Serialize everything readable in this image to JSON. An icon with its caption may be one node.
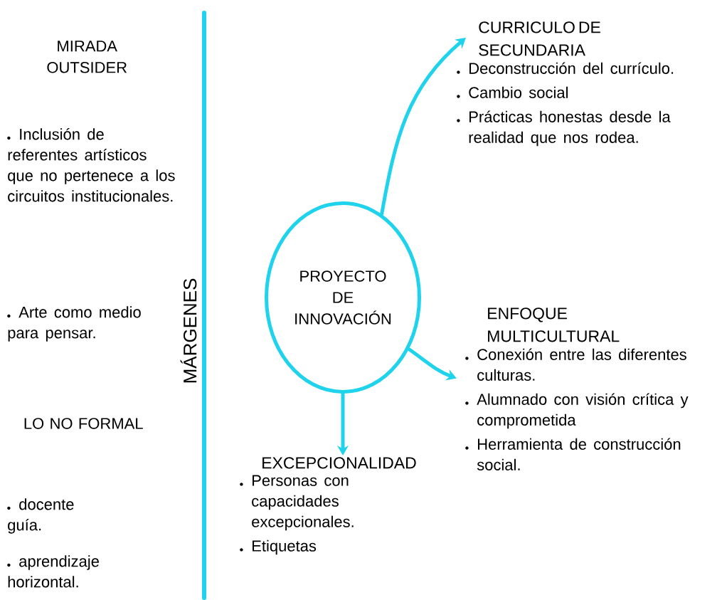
{
  "diagram": {
    "nodes": [
      {
        "text": [
          "PROYECTO DE INNOVACIÓN"
        ]
      },
      {
        "text": [
          "CURRICULO DE SECUNDARIA",
          "Deconstrucción del currículo.",
          "Cambio social",
          "Prácticas honestas desde la realidad que nos rodea."
        ]
      },
      {
        "text": [
          "ENFOQUE MULTICULTURAL",
          "Conexión entre las diferentes culturas.",
          "Alumnado con visión crítica y comprometida",
          "Herramienta de construcción social."
        ]
      },
      {
        "text": [
          "EXCEPCIONALIDAD",
          "Personas con capacidades excepcionales.",
          "Etiquetas"
        ]
      }
    ],
    "edges": [
      {
        "from": 0,
        "to": 1,
        "arrow": "to"
      },
      {
        "from": 0,
        "to": 2,
        "arrow": "to"
      },
      {
        "from": 0,
        "to": 3,
        "arrow": "to"
      }
    ],
    "labels": [
      "MIRADA OUTSIDER",
      "Inclusión de referentes artísticos que no pertenece a los circuitos institucionales.",
      "Arte como medio para pensar.",
      "MÁRGENES",
      "LO NO FORMAL",
      "docente guía.",
      "aprendizaje horizontal."
    ]
  }
}
